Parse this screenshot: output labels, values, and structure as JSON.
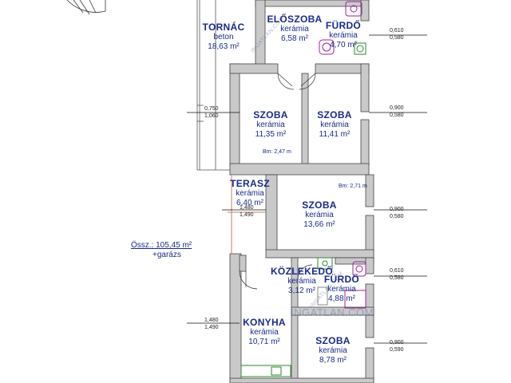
{
  "rooms": [
    {
      "id": "tornac",
      "name": "TORNÁC",
      "material": "beton",
      "area": "18,63 m²"
    },
    {
      "id": "eloszoba",
      "name": "ELŐSZOBA",
      "material": "kerámia",
      "area": "6,58 m²"
    },
    {
      "id": "furdo1",
      "name": "FÜRDŐ",
      "material": "kerámia",
      "area": "4,70 m²"
    },
    {
      "id": "szoba1",
      "name": "SZOBA",
      "material": "kerámia",
      "area": "11,35 m²"
    },
    {
      "id": "szoba2",
      "name": "SZOBA",
      "material": "kerámia",
      "area": "11,41 m²"
    },
    {
      "id": "terasz",
      "name": "TERASZ",
      "material": "kerámia",
      "area": "6,40 m²"
    },
    {
      "id": "szoba3",
      "name": "SZOBA",
      "material": "kerámia",
      "area": "13,66 m²"
    },
    {
      "id": "kozlekedo",
      "name": "KÖZLEKEDŐ",
      "material": "kerámia",
      "area": "3,12 m²"
    },
    {
      "id": "furdo2",
      "name": "FÜRDŐ",
      "material": "kerámia",
      "area": "4,88 m²"
    },
    {
      "id": "konyha",
      "name": "KONYHA",
      "material": "kerámia",
      "area": "10,71 m²"
    },
    {
      "id": "szoba4",
      "name": "SZOBA",
      "material": "kerámia",
      "area": "8,78 m²"
    }
  ],
  "total": {
    "label": "Össz.: 105,45 m²",
    "extra": "+garázs"
  },
  "ceiling_heights": {
    "szoba1": "Bm: 2,47 m",
    "szoba3": "Bm: 2,71 m"
  },
  "window_dims": {
    "right_1": {
      "top": "0,610",
      "bottom": "0,580"
    },
    "right_2": {
      "top": "0,900",
      "bottom": "0,580"
    },
    "right_3": {
      "top": "0,900",
      "bottom": "0,580"
    },
    "right_4": {
      "top": "0,610",
      "bottom": "0,580"
    },
    "right_5": {
      "top": "0,900",
      "bottom": "0,590"
    },
    "left_1": {
      "top": "0,750",
      "bottom": "1,060"
    },
    "left_2": {
      "top": "1,480",
      "bottom": "1,490"
    },
    "left_3": {
      "top": "1,480",
      "bottom": "1,490"
    }
  },
  "watermark": "INGATLAN.COM",
  "colors": {
    "wall": "#c9c9c9",
    "wall_edge": "#444444",
    "label": "#1a2a8a",
    "fixture": "#a020a0",
    "fixture_green": "#2a8a2a",
    "dim_line": "#111111",
    "door": "#c08060"
  }
}
